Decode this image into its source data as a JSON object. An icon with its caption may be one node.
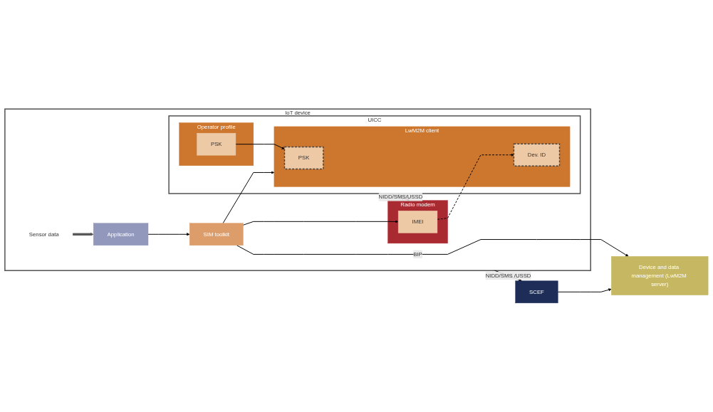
{
  "diagram": {
    "nodes": [
      {
        "text": [
          "IoT device"
        ]
      },
      {
        "text": [
          "UICC"
        ],
        "in": 0
      },
      {
        "text": [
          "Operator profile"
        ],
        "in": 1
      },
      {
        "text": [
          "PSK"
        ],
        "in": 2
      },
      {
        "text": [
          "LwM2M client"
        ],
        "in": 1
      },
      {
        "text": [
          "PSK"
        ],
        "in": 4
      },
      {
        "text": [
          "Dev. ID"
        ],
        "in": 4
      },
      {
        "text": [
          "Sensor data"
        ],
        "in": 0
      },
      {
        "text": [
          "SIM toolkit"
        ],
        "in": 0
      },
      {
        "text": [
          "Application"
        ],
        "in": 0
      },
      {
        "text": [
          "Radio modem"
        ],
        "in": 0
      },
      {
        "text": [
          "IMEI"
        ],
        "in": 10
      },
      {
        "text": [
          "SCEF"
        ]
      },
      {
        "text": [
          "Device and data management (LwM2M server)"
        ]
      }
    ],
    "edges": [
      {
        "from": 3,
        "to": 5,
        "arrow": "to"
      },
      {
        "from": 7,
        "to": 9,
        "arrow": "to",
        "style": "thick",
        "color": "#595959"
      },
      {
        "from": 9,
        "to": 8,
        "arrow": "to"
      },
      {
        "from": 8,
        "to": 4,
        "arrow": "to"
      },
      {
        "from": 8,
        "to": 11,
        "arrow": "to"
      },
      {
        "from": 8,
        "to": 13,
        "arrow": "to",
        "label": "BIP"
      },
      {
        "from": 11,
        "to": 6,
        "arrow": "to",
        "style": "dashed"
      },
      {
        "from": 1,
        "to": 10,
        "arrow": "to"
      },
      {
        "from": 10,
        "to": 1,
        "arrow": "to",
        "label": "NIDD/SMS/USSD"
      },
      {
        "from": 0,
        "to": 12,
        "arrow": "to",
        "label": "NIDD/SMS /USSD"
      },
      {
        "from": 12,
        "to": 13,
        "arrow": "to"
      }
    ]
  }
}
